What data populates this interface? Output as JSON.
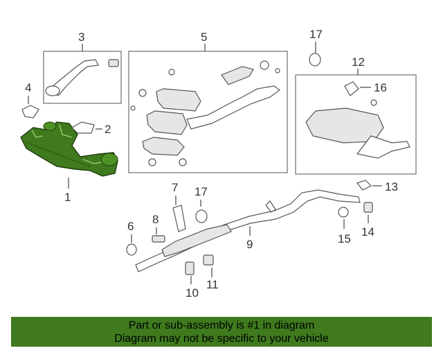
{
  "callouts": {
    "c1": "1",
    "c2": "2",
    "c3": "3",
    "c4": "4",
    "c5": "5",
    "c6": "6",
    "c7": "7",
    "c8": "8",
    "c9": "9",
    "c10": "10",
    "c11": "11",
    "c12": "12",
    "c13": "13",
    "c14": "14",
    "c15": "15",
    "c16": "16",
    "c17a": "17",
    "c17b": "17"
  },
  "highlight_color": "#3f7a1e",
  "banner": {
    "line1": "Part or sub-assembly is #1 in diagram",
    "line2": "Diagram may not be specific to your vehicle"
  }
}
